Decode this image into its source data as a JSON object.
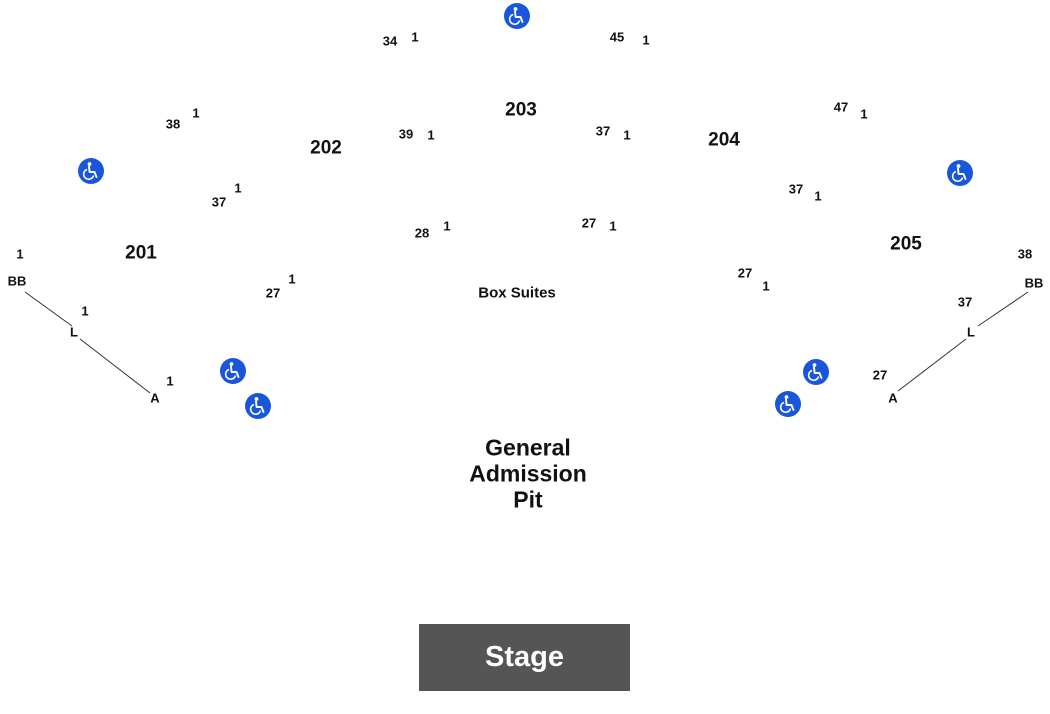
{
  "sections": {
    "s201": "201",
    "s202": "202",
    "s203": "203",
    "s204": "204",
    "s205": "205"
  },
  "box_suites": "Box Suites",
  "general_admission": [
    "General",
    "Admission",
    "Pit"
  ],
  "stage": "Stage",
  "seat_numbers": {
    "s203_top_left_high": "34",
    "s203_top_left_low": "1",
    "s203_top_right_high": "45",
    "s203_top_right_low": "1",
    "s202_top_high": "38",
    "s202_top_low": "1",
    "s203_mid_left_high": "39",
    "s203_mid_left_low": "1",
    "s203_mid_right_high": "37",
    "s203_mid_right_low": "1",
    "s204_top_high": "47",
    "s204_top_low": "1",
    "s202_mid_high": "37",
    "s202_mid_low": "1",
    "s204_mid_high": "37",
    "s204_mid_low": "1",
    "s203_bot_left_high": "28",
    "s203_bot_left_low": "1",
    "s203_bot_right_high": "27",
    "s203_bot_right_low": "1",
    "s201_low": "1",
    "s205_high": "38",
    "s202_bot_high": "27",
    "s202_bot_low": "1",
    "s204_bot_high": "27",
    "s204_bot_low": "1",
    "s201_l_low": "1",
    "s205_l_high": "37",
    "s201_a_low": "1",
    "s205_a_high": "27"
  },
  "rows": {
    "left_bb": "BB",
    "left_l": "L",
    "left_a": "A",
    "right_bb": "BB",
    "right_l": "L",
    "right_a": "A"
  },
  "icons": [
    "wheelchair-icon"
  ],
  "colors": {
    "accessible": "#1a56db",
    "stage": "#555555"
  }
}
